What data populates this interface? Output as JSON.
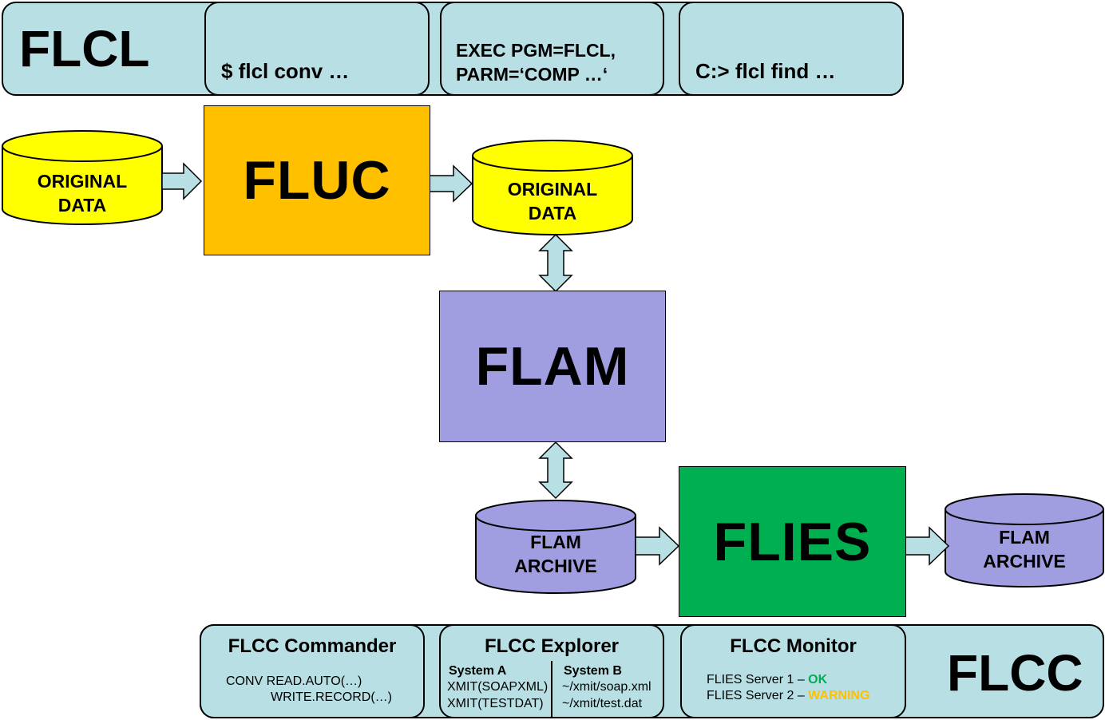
{
  "flcl": {
    "title": "FLCL",
    "commands": [
      "$ flcl conv …",
      "EXEC PGM=FLCL,",
      "PARM=‘COMP …‘",
      "C:> flcl find …"
    ]
  },
  "components": {
    "fluc": "FLUC",
    "flam": "FLAM",
    "flies": "FLIES"
  },
  "stores": {
    "original_data_1": [
      "ORIGINAL",
      "DATA"
    ],
    "original_data_2": [
      "ORIGINAL",
      "DATA"
    ],
    "flam_archive_1": [
      "FLAM",
      "ARCHIVE"
    ],
    "flam_archive_2": [
      "FLAM",
      "ARCHIVE"
    ]
  },
  "flcc": {
    "title": "FLCC",
    "commander": {
      "title": "FLCC Commander",
      "line1": "CONV  READ.AUTO(…)",
      "line2": "WRITE.RECORD(…)"
    },
    "explorer": {
      "title": "FLCC Explorer",
      "system_a": {
        "name": "System A",
        "items": [
          "XMIT(SOAPXML)",
          "XMIT(TESTDAT)"
        ]
      },
      "system_b": {
        "name": "System B",
        "items": [
          "~/xmit/soap.xml",
          "~/xmit/test.dat"
        ]
      }
    },
    "monitor": {
      "title": "FLCC Monitor",
      "servers": [
        {
          "label": "FLIES Server 1 – ",
          "status": "OK"
        },
        {
          "label": "FLIES Server 2 – ",
          "status": "WARNING"
        }
      ]
    }
  },
  "colors": {
    "panel": "#b8e0e4",
    "cylinder_yellow": "#ffff00",
    "cylinder_purple": "#a09ee0",
    "fluc": "#ffc000",
    "flam": "#a09ee0",
    "flies": "#00b050",
    "arrow": "#b8e0e4",
    "status_ok": "#00b050",
    "status_warning": "#ffc000"
  }
}
